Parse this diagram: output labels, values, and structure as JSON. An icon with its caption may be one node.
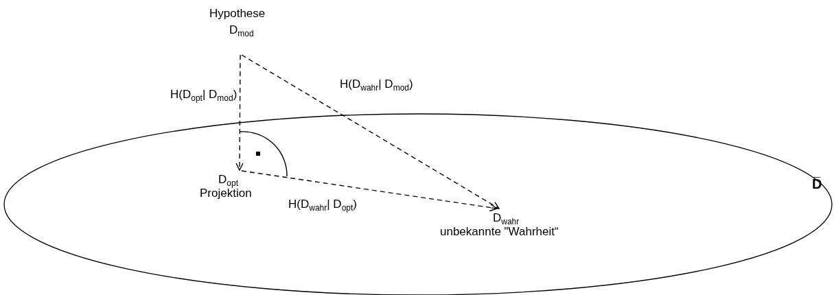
{
  "diagram": {
    "nodes": [
      {
        "text": [
          "D̅"
        ]
      },
      {
        "text": [
          "Hypothese",
          "D$_{mod}$"
        ]
      },
      {
        "text": [
          "D$_{opt}$",
          "Projektion"
        ],
        "in": 0
      },
      {
        "text": [
          "D$_{wahr}$",
          "unbekannte \"Wahrheit“"
        ],
        "in": 0
      }
    ],
    "edges": [
      {
        "from": 1,
        "to": 2,
        "arrow": "to",
        "style": "dashed",
        "label": "H(D$_{opt}$| D$_{mod}$)"
      },
      {
        "from": 1,
        "to": 3,
        "arrow": "to",
        "style": "dashed",
        "label": "H(D$_{wahr}$| D$_{mod}$)"
      },
      {
        "from": 2,
        "to": 3,
        "arrow": "to",
        "style": "dashed",
        "label": "H(D$_{wahr}$| D$_{opt}$)"
      }
    ]
  }
}
